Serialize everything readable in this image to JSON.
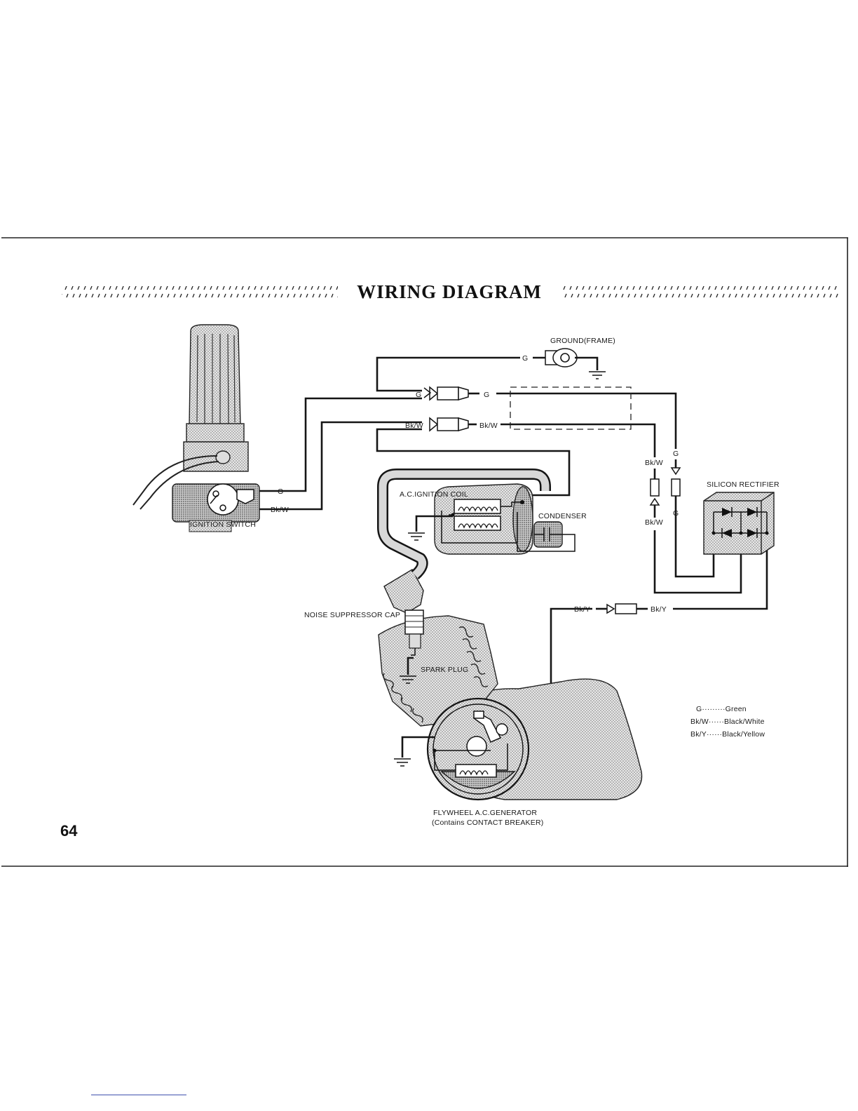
{
  "title": "WIRING DIAGRAM",
  "page_number": "64",
  "components": {
    "ground_frame": "GROUND(FRAME)",
    "ignition_switch": "IGNITION SWITCH",
    "ac_ignition_coil": "A.C.IGNITION COIL",
    "condenser": "CONDENSER",
    "silicon_rectifier": "SILICON RECTIFIER",
    "noise_suppressor_cap": "NOISE SUPPRESSOR CAP",
    "spark_plug": "SPARK PLUG",
    "flywheel_line1": "FLYWHEEL A.C.GENERATOR",
    "flywheel_line2": "(Contains CONTACT BREAKER)"
  },
  "wire_labels": {
    "g": "G",
    "bkw": "Bk/W",
    "bky": "Bk/Y"
  },
  "legend": [
    {
      "code": "G",
      "name": "Green",
      "text": "G·········Green"
    },
    {
      "code": "Bk/W",
      "name": "Black/White",
      "text": "Bk/W······Black/White"
    },
    {
      "code": "Bk/Y",
      "name": "Black/Yellow",
      "text": "Bk/Y······Black/Yellow"
    }
  ],
  "colors": {
    "ink": "#151515",
    "paper": "#ffffff",
    "shading": "#8c8c8c"
  }
}
